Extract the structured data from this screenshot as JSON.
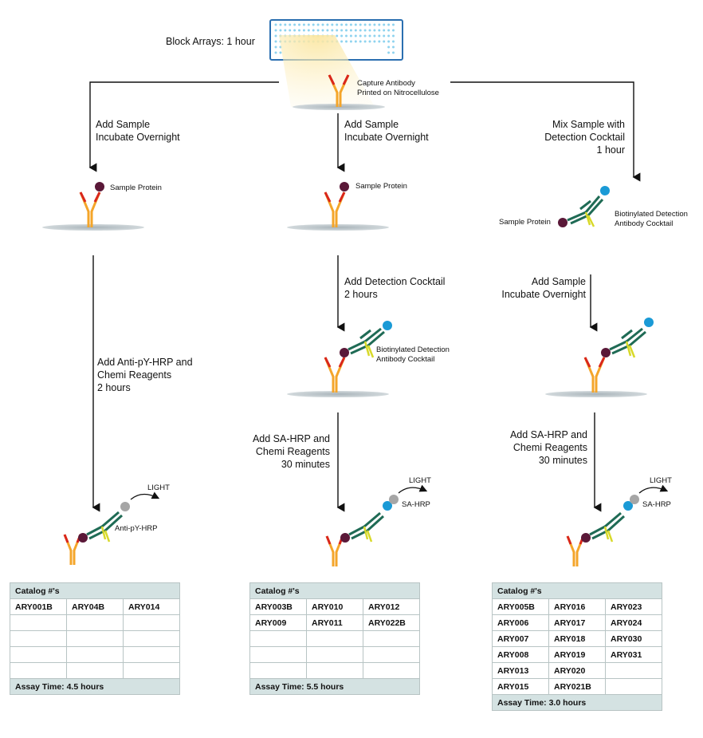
{
  "steps": {
    "block": "Block Arrays: 1 hour",
    "capture_l1": "Capture Antibody",
    "capture_l2": "Printed on Nitrocellulose",
    "left_add_l1": "Add Sample",
    "left_add_l2": "Incubate Overnight",
    "mid_add_l1": "Add Sample",
    "mid_add_l2": "Incubate Overnight",
    "right_mix_l1": "Mix Sample with",
    "right_mix_l2": "Detection Cocktail",
    "right_mix_l3": "1 hour",
    "sample_protein": "Sample Protein",
    "left_anti_l1": "Add Anti-pY-HRP and",
    "left_anti_l2": "Chemi Reagents",
    "left_anti_l3": "2 hours",
    "mid_det_l1": "Add Detection Cocktail",
    "mid_det_l2": "2 hours",
    "right_add_l1": "Add Sample",
    "right_add_l2": "Incubate Overnight",
    "bio_l1": "Biotinylated Detection",
    "bio_l2": "Antibody Cocktail",
    "sa_l1": "Add SA-HRP and",
    "sa_l2": "Chemi Reagents",
    "sa_l3": "30 minutes",
    "light": "LIGHT",
    "anti_py_hrp": "Anti-pY-HRP",
    "sa_hrp": "SA-HRP"
  },
  "tables": [
    {
      "header": "Catalog #'s",
      "rows": [
        [
          "ARY001B",
          "ARY04B",
          "ARY014"
        ],
        [
          "",
          "",
          ""
        ],
        [
          "",
          "",
          ""
        ],
        [
          "",
          "",
          ""
        ],
        [
          "",
          "",
          ""
        ]
      ],
      "footer": "Assay Time: 4.5 hours"
    },
    {
      "header": "Catalog #'s",
      "rows": [
        [
          "ARY003B",
          "ARY010",
          "ARY012"
        ],
        [
          "ARY009",
          "ARY011",
          "ARY022B"
        ],
        [
          "",
          "",
          ""
        ],
        [
          "",
          "",
          ""
        ],
        [
          "",
          "",
          ""
        ]
      ],
      "footer": "Assay Time: 5.5 hours"
    },
    {
      "header": "Catalog #'s",
      "rows": [
        [
          "ARY005B",
          "ARY016",
          "ARY023"
        ],
        [
          "ARY006",
          "ARY017",
          "ARY024"
        ],
        [
          "ARY007",
          "ARY018",
          "ARY030"
        ],
        [
          "ARY008",
          "ARY019",
          "ARY031"
        ],
        [
          "ARY013",
          "ARY020",
          ""
        ],
        [
          "ARY015",
          "ARY021B",
          ""
        ]
      ],
      "footer": "Assay Time: 3.0 hours"
    }
  ],
  "colors": {
    "arrow": "#111111",
    "membrane": "#b9c3c8",
    "antibody_orange": "#f4a52a",
    "antibody_red": "#d9261c",
    "detection_green": "#1f6b55",
    "detection_yellow": "#d8d92a",
    "protein": "#5a1838",
    "biotin": "#1a9ad6",
    "hrp": "#a6a6a6",
    "dots": "#8fd3ef"
  }
}
